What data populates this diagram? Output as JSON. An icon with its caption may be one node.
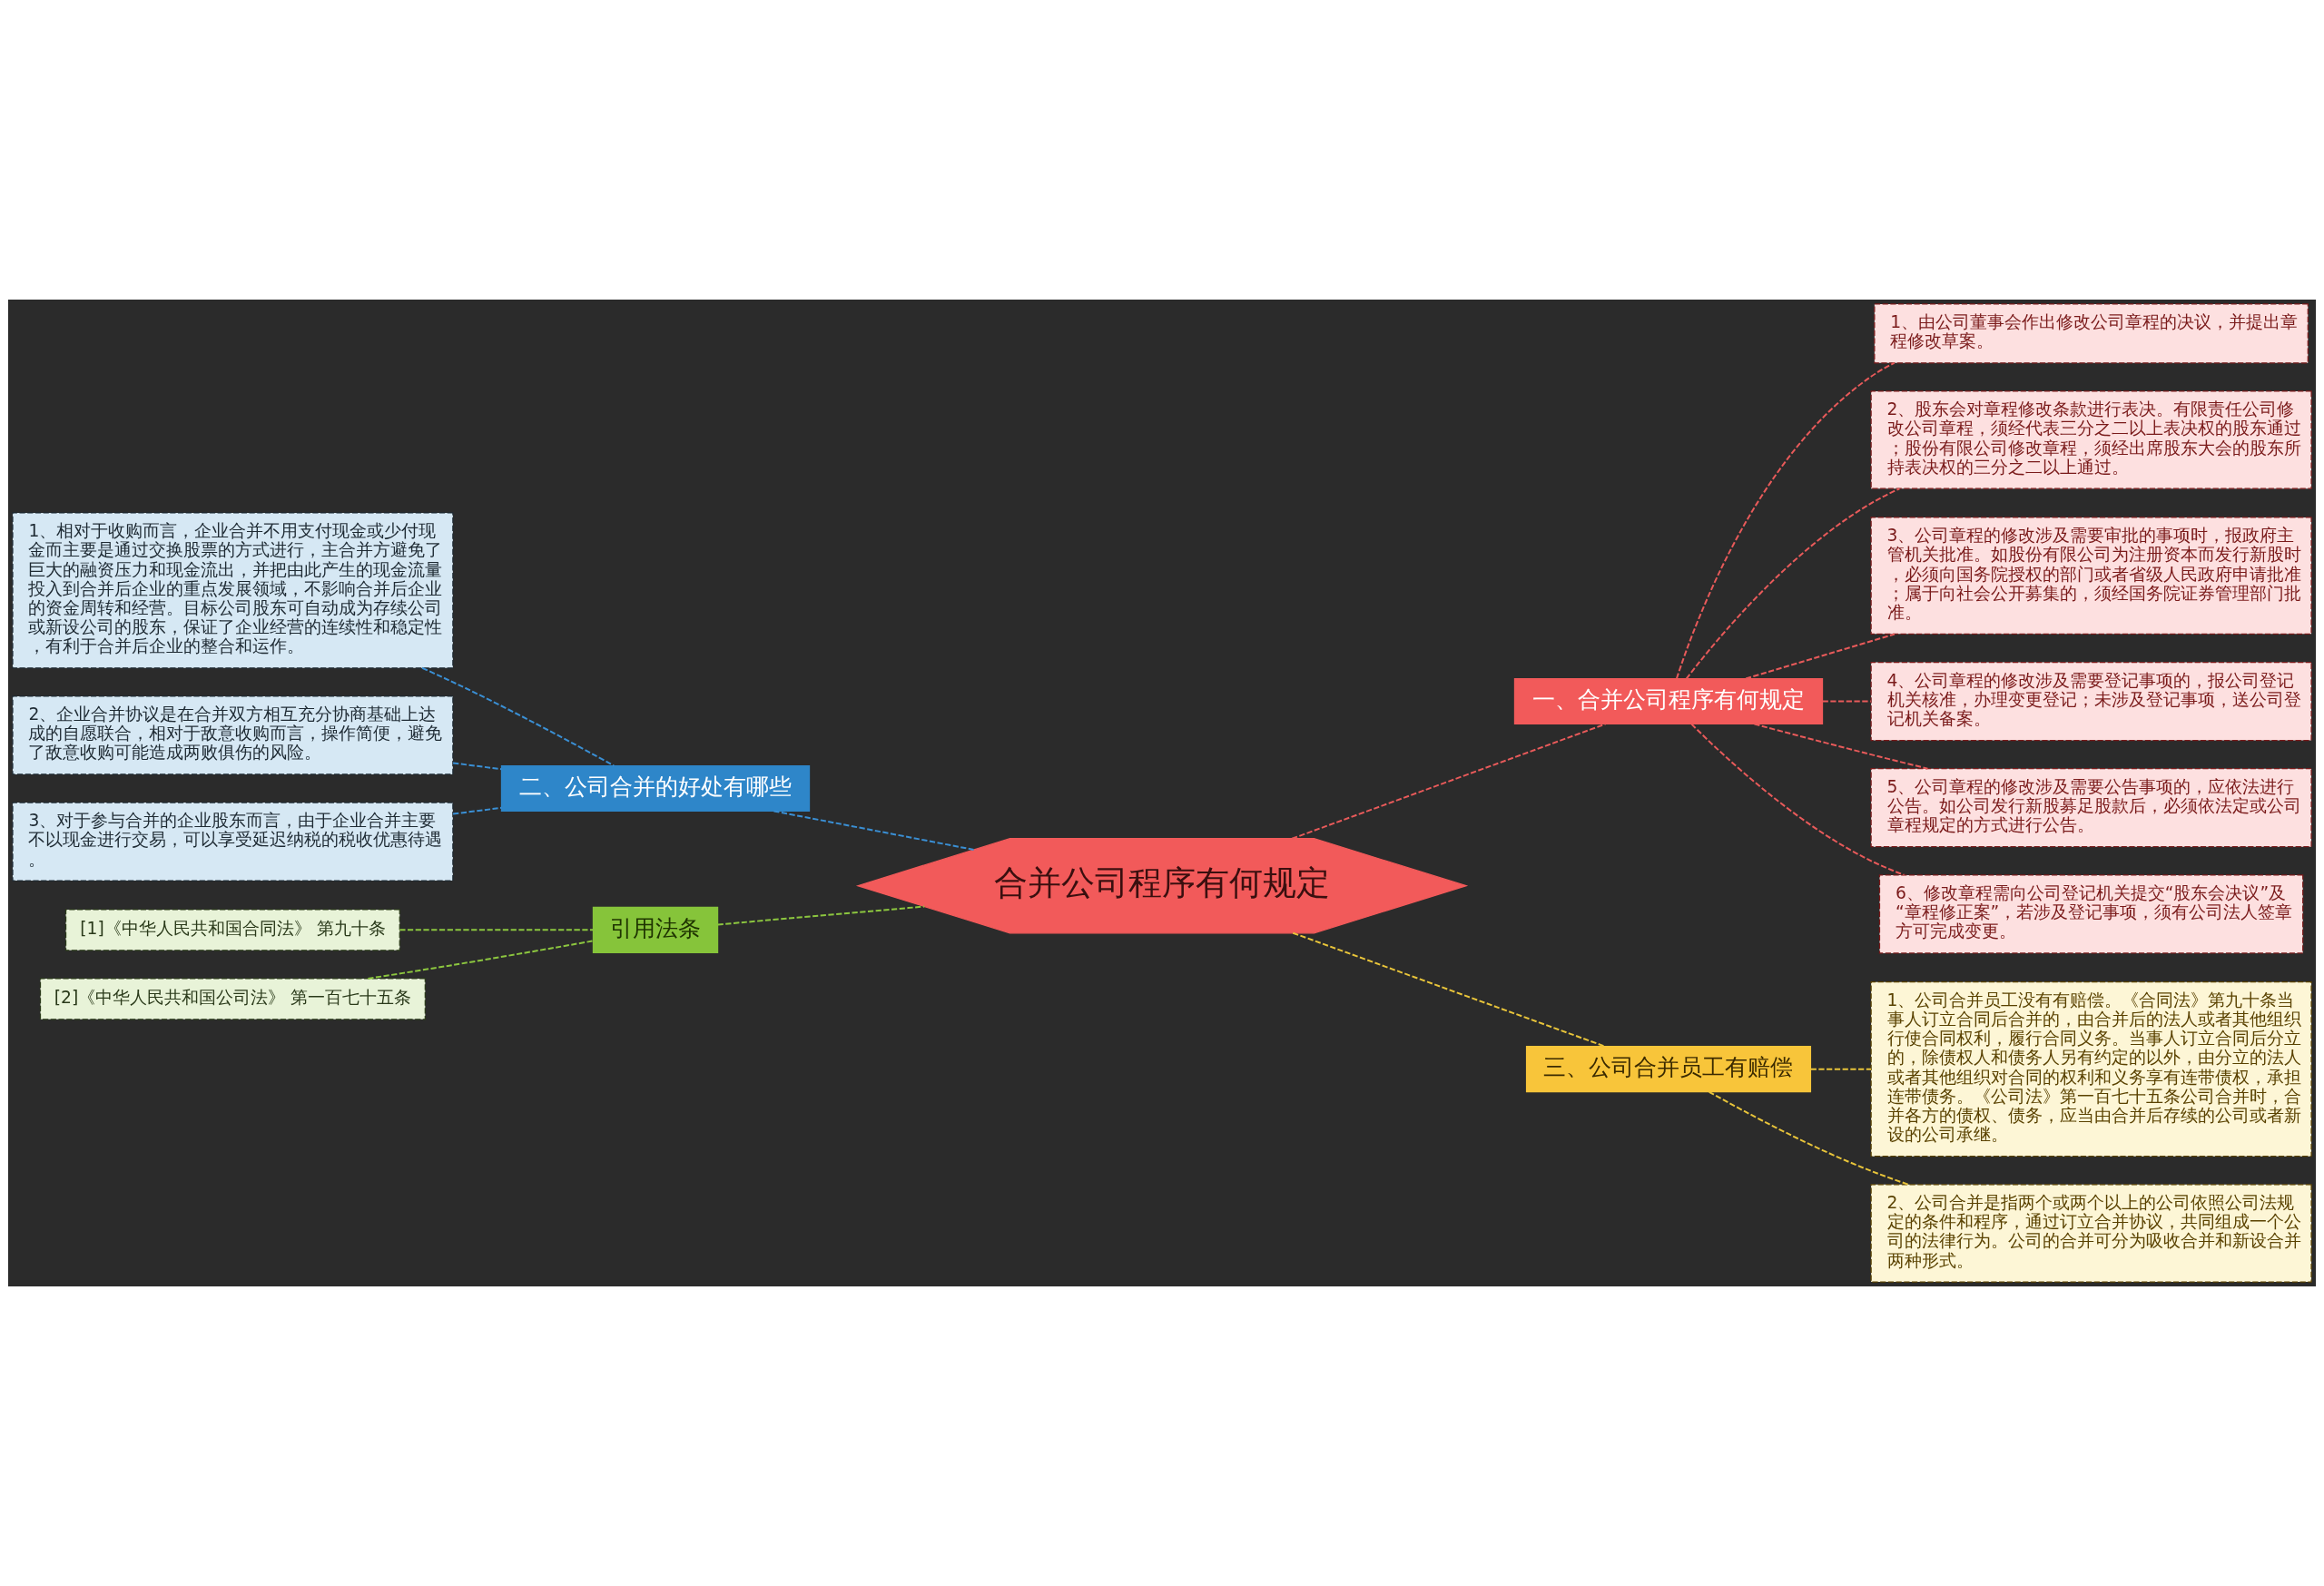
{
  "diagram": {
    "nodes": [
      {
        "text": [
          "合并公司程序有何规定"
        ]
      },
      {
        "text": [
          "一、合并公司程序有何规定"
        ]
      },
      {
        "text": [
          "1、由公司董事会作出修改公司章程的决议，并提出章程修改草案。"
        ]
      },
      {
        "text": [
          "2、股东会对章程修改条款进行表决。有限责任公司修改公司章程，须经代表三分之二以上表决权的股东通过；股份有限公司修改章程，须经出席股东大会的股东所持表决权的三分之二以上通过。"
        ]
      },
      {
        "text": [
          "3、公司章程的修改涉及需要审批的事项时，报政府主管机关批准。如股份有限公司为注册资本而发行新股时，必须向国务院授权的部门或者省级人民政府申请批准；属于向社会公开募集的，须经国务院证券管理部门批准。"
        ]
      },
      {
        "text": [
          "4、公司章程的修改涉及需要登记事项的，报公司登记机关核准，办理变更登记；未涉及登记事项，送公司登记机关备案。"
        ]
      },
      {
        "text": [
          "5、公司章程的修改涉及需要公告事项的，应依法进行公告。如公司发行新股募足股款后，必须依法定或公司章程规定的方式进行公告。"
        ]
      },
      {
        "text": [
          "6、修改章程需向公司登记机关提交“股东会决议”及“章程修正案”，若涉及登记事项，须有公司法人签章方可完成变更。"
        ]
      },
      {
        "text": [
          "二、公司合并的好处有哪些"
        ]
      },
      {
        "text": [
          "1、相对于收购而言，企业合并不用支付现金或少付现金而主要是通过交换股票的方式进行，主合并方避免了巨大的融资压力和现金流出，并把由此产生的现金流量投入到合并后企业的重点发展领域，不影响合并后企业的资金周转和经营。目标公司股东可自动成为存续公司或新设公司的股东，保证了企业经营的连续性和稳定性，有利于合并后企业的整合和运作。"
        ]
      },
      {
        "text": [
          "2、企业合并协议是在合并双方相互充分协商基础上达成的自愿联合，相对于敌意收购而言，操作简便，避免了敌意收购可能造成两败俱伤的风险。"
        ]
      },
      {
        "text": [
          "3、对于参与合并的企业股东而言，由于企业合并主要不以现金进行交易，可以享受延迟纳税的税收优惠待遇。"
        ]
      },
      {
        "text": [
          "三、公司合并员工有赔偿"
        ]
      },
      {
        "text": [
          "1、公司合并员工没有有赔偿。《合同法》第九十条当事人订立合同后合并的，由合并后的法人或者其他组织行使合同权利，履行合同义务。当事人订立合同后分立的，除债权人和债务人另有约定的以外，由分立的法人或者其他组织对合同的权利和义务享有连带债权，承担连带债务。《公司法》第一百七十五条公司合并时，合并各方的债权、债务，应当由合并后存续的公司或者新设的公司承继。"
        ]
      },
      {
        "text": [
          "2、公司合并是指两个或两个以上的公司依照公司法规定的条件和程序，通过订立合并协议，共同组成一个公司的法律行为。公司的合并可分为吸收合并和新设合并两种形式。"
        ]
      },
      {
        "text": [
          "引用法条"
        ]
      },
      {
        "text": [
          "[1]《中华人民共和国合同法》 第九十条"
        ]
      },
      {
        "text": [
          "[2]《中华人民共和国公司法》 第一百七十五条"
        ]
      }
    ],
    "edges": [
      {
        "from": 0,
        "to": 1,
        "arrow": "none",
        "style": "dashed",
        "color": "#e85a5a"
      },
      {
        "from": 1,
        "to": 2,
        "arrow": "none",
        "style": "dashed",
        "color": "#e85a5a"
      },
      {
        "from": 1,
        "to": 3,
        "arrow": "none",
        "style": "dashed",
        "color": "#e85a5a"
      },
      {
        "from": 1,
        "to": 4,
        "arrow": "none",
        "style": "dashed",
        "color": "#e85a5a"
      },
      {
        "from": 1,
        "to": 5,
        "arrow": "none",
        "style": "dashed",
        "color": "#e85a5a"
      },
      {
        "from": 1,
        "to": 6,
        "arrow": "none",
        "style": "dashed",
        "color": "#e85a5a"
      },
      {
        "from": 1,
        "to": 7,
        "arrow": "none",
        "style": "dashed",
        "color": "#e85a5a"
      },
      {
        "from": 0,
        "to": 8,
        "arrow": "none",
        "style": "dashed",
        "color": "#3a8fd4"
      },
      {
        "from": 8,
        "to": 9,
        "arrow": "none",
        "style": "dashed",
        "color": "#3a8fd4"
      },
      {
        "from": 8,
        "to": 10,
        "arrow": "none",
        "style": "dashed",
        "color": "#3a8fd4"
      },
      {
        "from": 8,
        "to": 11,
        "arrow": "none",
        "style": "dashed",
        "color": "#3a8fd4"
      },
      {
        "from": 0,
        "to": 12,
        "arrow": "none",
        "style": "dashed",
        "color": "#e8c43a"
      },
      {
        "from": 12,
        "to": 13,
        "arrow": "none",
        "style": "dashed",
        "color": "#e8c43a"
      },
      {
        "from": 12,
        "to": 14,
        "arrow": "none",
        "style": "dashed",
        "color": "#e8c43a"
      },
      {
        "from": 0,
        "to": 15,
        "arrow": "none",
        "style": "dashed",
        "color": "#8cc63f"
      },
      {
        "from": 15,
        "to": 16,
        "arrow": "none",
        "style": "dashed",
        "color": "#8cc63f"
      },
      {
        "from": 15,
        "to": 17,
        "arrow": "none",
        "style": "dashed",
        "color": "#8cc63f"
      }
    ]
  }
}
